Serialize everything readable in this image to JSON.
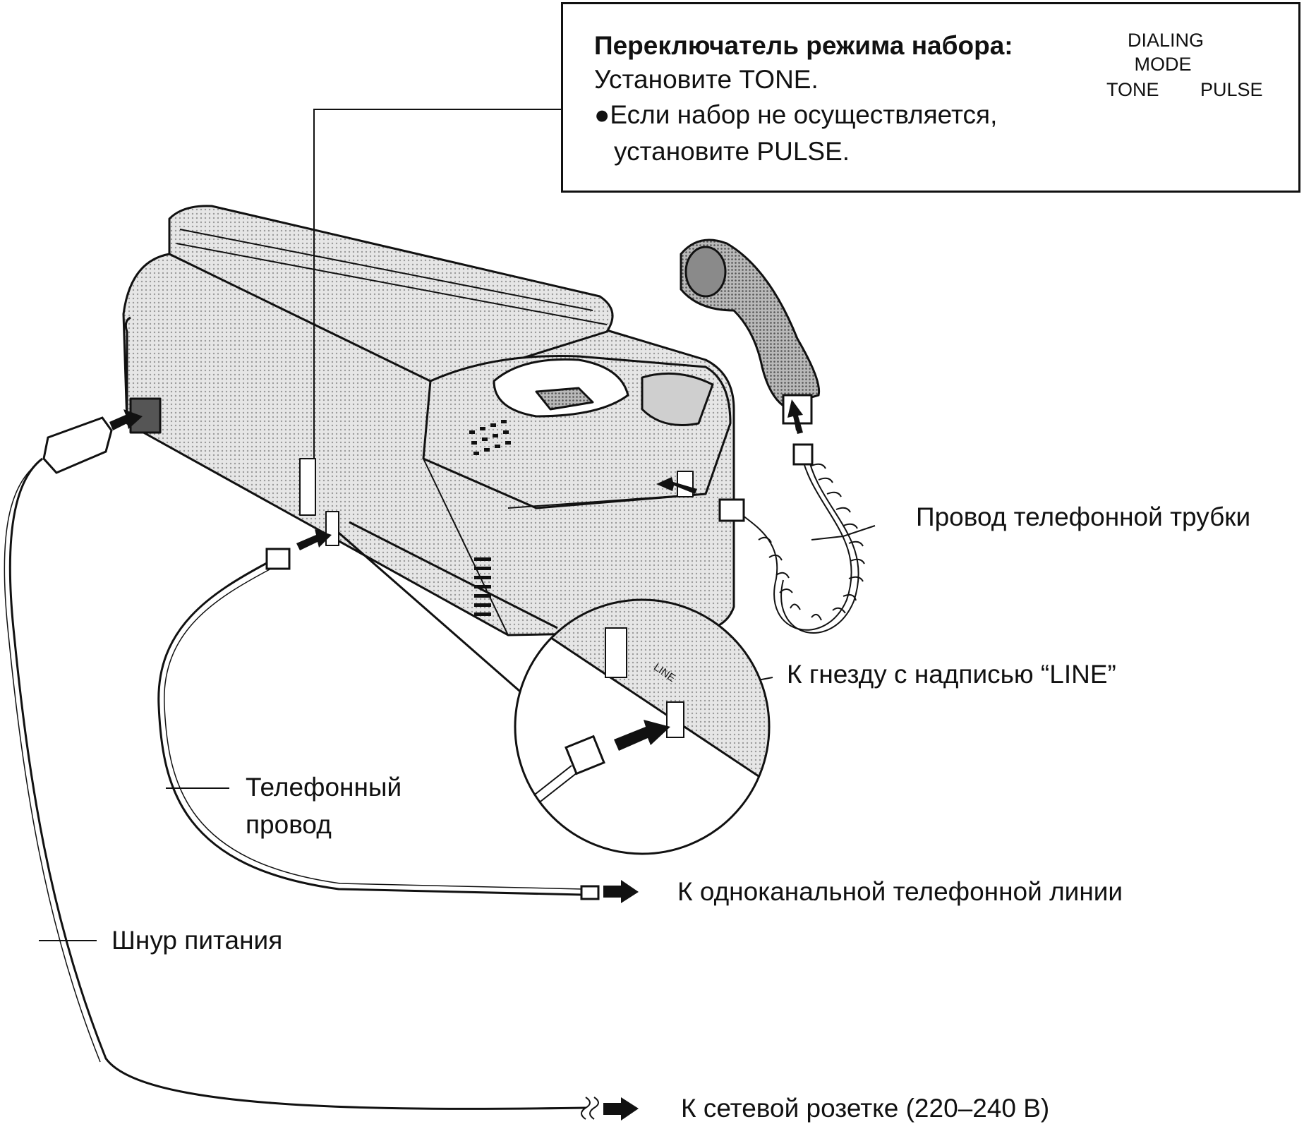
{
  "callout": {
    "title": "Переключатель режима набора:",
    "line1": "Установите TONE.",
    "bullet_symbol": "●",
    "bullet_text": "Если набор не осуществляется,",
    "line3": "установите PULSE.",
    "switch": {
      "label_top": "DIALING",
      "label_mode": "MODE",
      "tone": "TONE",
      "pulse": "PULSE"
    }
  },
  "labels": {
    "handset_cord": "Провод телефонной трубки",
    "line_jack": "К гнезду с надписью “LINE”",
    "line_marker": "LINE",
    "telephone_cord_1": "Телефонный",
    "telephone_cord_2": "провод",
    "single_line": "К одноканальной телефонной линии",
    "power_cord": "Шнур питания",
    "outlet": "К сетевой розетке (220–240 В)"
  },
  "colors": {
    "ink": "#111111",
    "shade": "#d9d9d9",
    "shade_dark": "#8f8f8f"
  }
}
